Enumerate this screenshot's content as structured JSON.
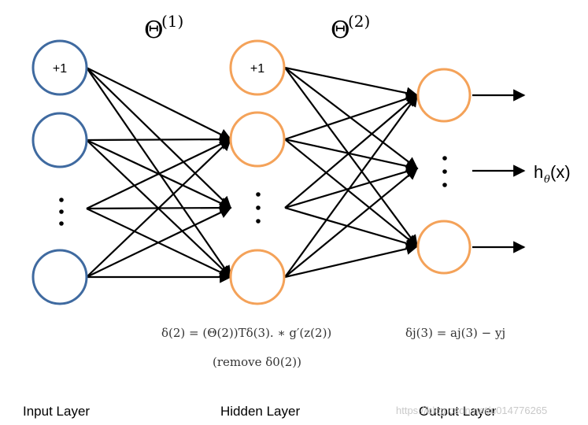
{
  "layers": {
    "input": {
      "label": "Input Layer",
      "bias": "+1"
    },
    "hidden": {
      "label": "Hidden Layer",
      "bias": "+1"
    },
    "output": {
      "label": "Output Layer",
      "hypothesis": "h",
      "hypothesis_sub": "θ",
      "hypothesis_arg": "(x)"
    }
  },
  "weights": {
    "theta1": {
      "symbol": "Θ",
      "sup": "(1)"
    },
    "theta2": {
      "symbol": "Θ",
      "sup": "(2)"
    }
  },
  "formulas": {
    "hidden_delta": "δ(2) = (Θ(2))Tδ(3). ∗ g′(z(2))",
    "hidden_delta_note": "(remove δ0(2))",
    "output_delta": "δj(3) = aj(3) − yj"
  },
  "watermark": "https://blog.csdn.net/u014776265",
  "colors": {
    "input_node": "#3f6aa0",
    "hidden_node": "#f4a259",
    "output_node": "#f4a259"
  }
}
